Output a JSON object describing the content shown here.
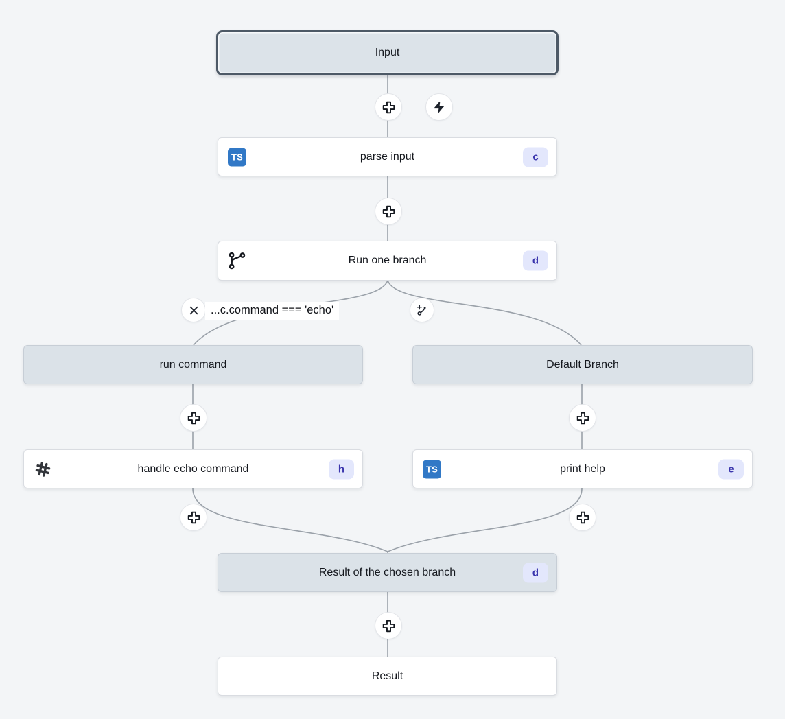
{
  "flow": {
    "input": {
      "label": "Input"
    },
    "parse_input": {
      "label": "parse input",
      "badge": "c",
      "icon_text": "TS"
    },
    "run_one_branch": {
      "label": "Run one branch",
      "badge": "d"
    },
    "branch_one": {
      "condition": "...c.command === 'echo'",
      "header": "run command",
      "module": {
        "label": "handle echo command",
        "badge": "h"
      }
    },
    "branch_default": {
      "header": "Default Branch",
      "module": {
        "label": "print help",
        "badge": "e",
        "icon_text": "TS"
      }
    },
    "result_branch": {
      "label": "Result of the chosen branch",
      "badge": "d"
    },
    "result": {
      "label": "Result"
    }
  },
  "colors": {
    "background": "#f3f5f7",
    "edge": "#9aa1a9",
    "header_fill": "#dbe2e8",
    "node_fill": "#ffffff",
    "selected_border": "#4d5966",
    "badge_bg": "#e3e7fc",
    "badge_text": "#3a35ad",
    "typescript_blue": "#3178c6"
  }
}
